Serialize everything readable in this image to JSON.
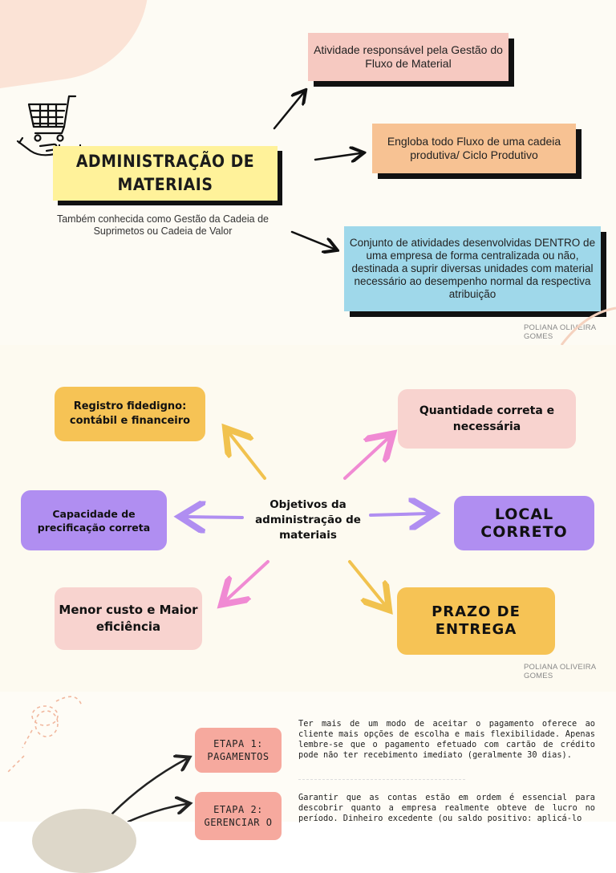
{
  "section1": {
    "title_line1": "ADMINISTRAÇÃO DE",
    "title_line2": "MATERIAIS",
    "subtitle": "Também conhecida como Gestão da Cadeia de Suprimetos ou Cadeia de Valor",
    "box1": "Atividade responsável pela Gestão do Fluxo de Material",
    "box2": "Engloba todo Fluxo de uma cadeia produtiva/ Ciclo Produtivo",
    "box3": "Conjunto de atividades desenvolvidas DENTRO de uma empresa de forma centralizada ou não, destinada a suprir diversas unidades com material necessário ao desempenho normal da respectiva atribuição",
    "credit": "POLIANA OLIVEIRA GOMES",
    "icon": "cart-in-hand-icon"
  },
  "section2": {
    "center": "Objetivos da administração de materiais",
    "registro": "Registro fidedigno: contábil e financeiro",
    "quantidade": "Quantidade correta e necessária",
    "capacidade": "Capacidade de precificação correta",
    "local": "LOCAL CORRETO",
    "menor": "Menor custo e Maior eficiência",
    "prazo": "PRAZO DE ENTREGA",
    "credit": "POLIANA OLIVEIRA GOMES"
  },
  "section3": {
    "step1": "ETAPA 1: PAGAMENTOS",
    "step2": "ETAPA 2: GERENCIAR O",
    "para1": "Ter mais de um modo de aceitar o pagamento oferece ao cliente mais opções de escolha e mais flexibilidade. Apenas lembre-se que o pagamento efetuado com cartão de crédito pode não ter recebimento imediato (geralmente 30 dias).",
    "para2": "Garantir que as contas estão em ordem é essencial para descobrir quanto a empresa realmente obteve de lucro no período. Dinheiro excedente (ou saldo positivo: aplicá-lo"
  },
  "colors": {
    "yellow": "#fff29a",
    "pink": "#f6c9c1",
    "orange": "#f7c293",
    "blue": "#9fd8ea",
    "card_yellow": "#f6c355",
    "card_pink": "#f8d3cf",
    "card_purple": "#b08ef1",
    "arrow_purple": "#b08ef1",
    "arrow_pink": "#f08ad3",
    "arrow_gold": "#f1c24e"
  }
}
